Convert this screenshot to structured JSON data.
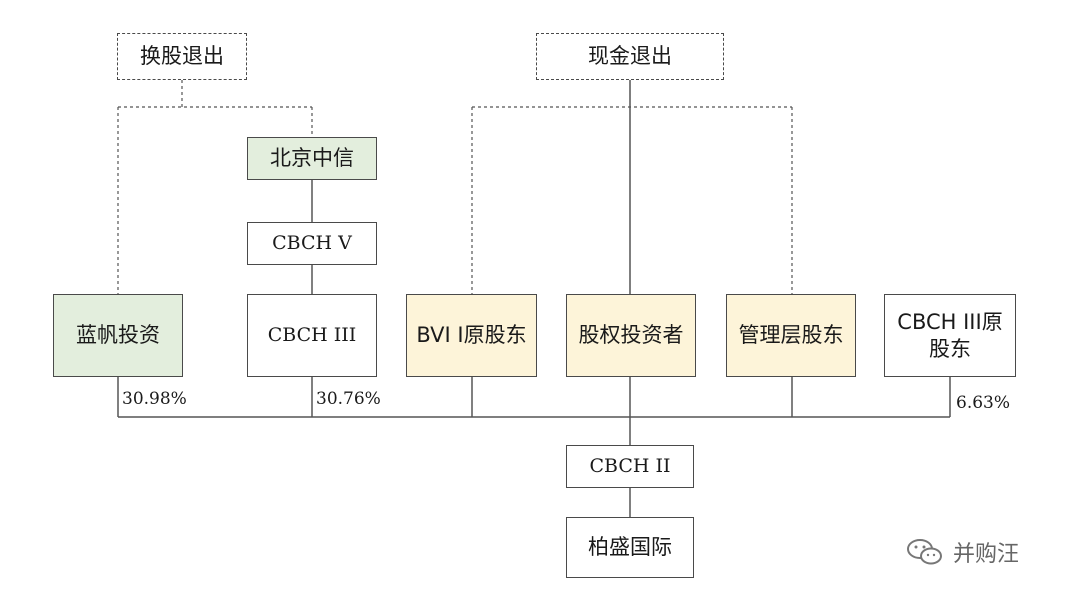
{
  "boxes": {
    "swap_exit": "换股退出",
    "cash_exit": "现金退出",
    "beijing_citic": "北京中信",
    "cbch_v": "CBCH V",
    "lanfan": "蓝帆投资",
    "cbch_iii": "CBCH III",
    "bvi_shareholders": "BVI I原股东",
    "equity_investors": "股权投资者",
    "management_shareholders": "管理层股东",
    "cbch_iii_original_line1": "CBCH III原",
    "cbch_iii_original_line2": "股东",
    "cbch_ii": "CBCH II",
    "baisheng": "柏盛国际"
  },
  "percentages": {
    "lanfan": "30.98%",
    "cbch_iii": "30.76%",
    "cbch_iii_original": "6.63%"
  },
  "watermark": {
    "text": "并购汪",
    "icon": "wechat-icon"
  },
  "colors": {
    "green_fill": "#e3eedd",
    "yellow_fill": "#fdf4d9",
    "border": "#4a4a4a"
  }
}
